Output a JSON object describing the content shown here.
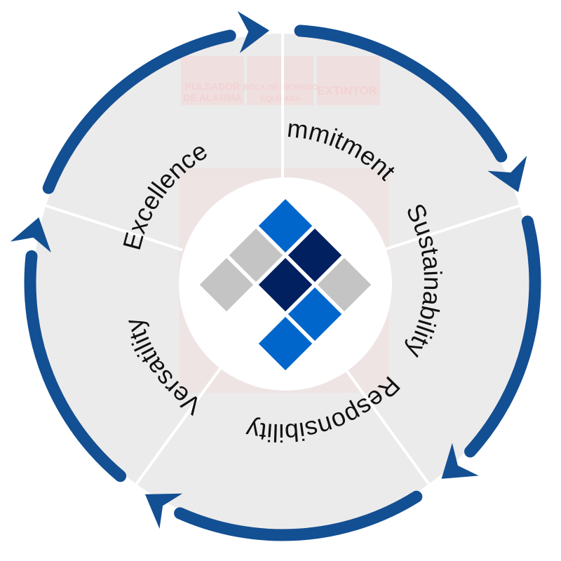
{
  "values": [
    "Versatility",
    "Excellence",
    "Commitment",
    "Sustainability",
    "Responsibility"
  ],
  "background_signs": [
    "PULSADOR",
    "DE ALARMA",
    "BOCA DE INCENDIO",
    "EQUIPADA",
    "EXTINTOR"
  ],
  "colors": {
    "arrow": "#134f93",
    "logo_blue": "#0066cc",
    "logo_navy": "#00205f",
    "logo_gray": "#c4c4c4",
    "ring_bg": "#ecebeb"
  }
}
